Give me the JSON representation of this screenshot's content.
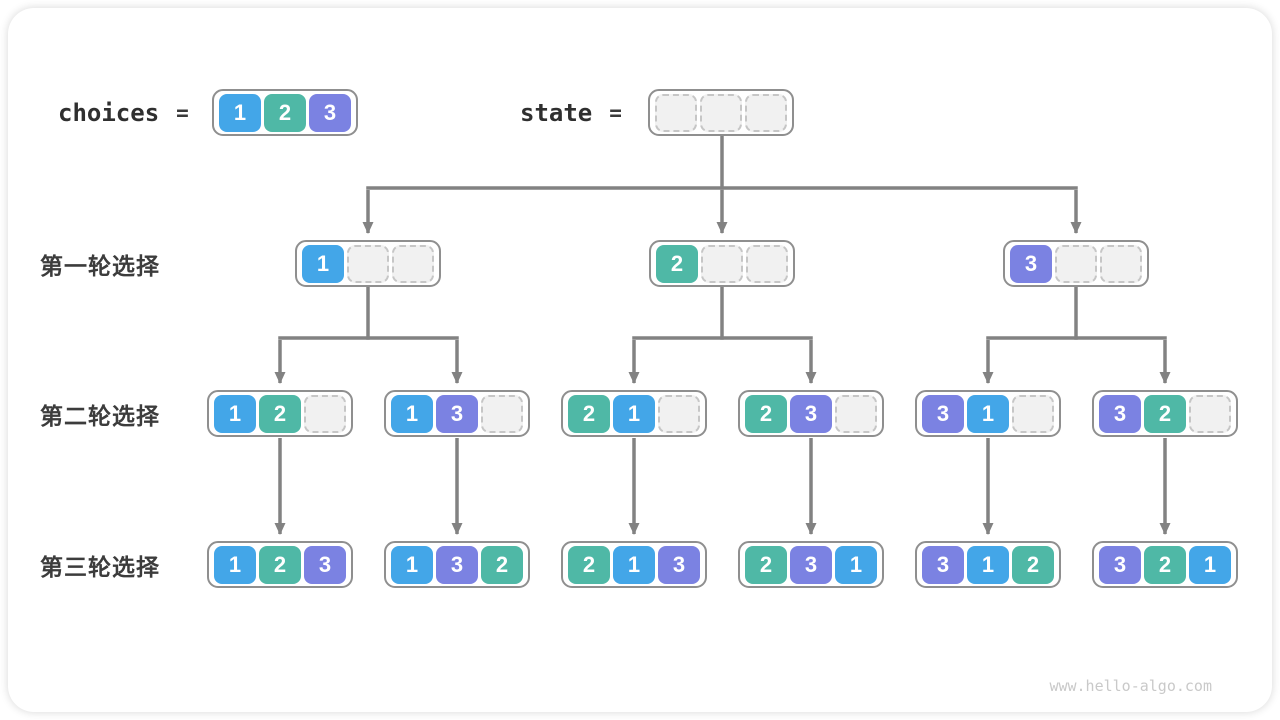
{
  "header": {
    "choices_label": "choices",
    "state_label": "state",
    "equals": "="
  },
  "colors": {
    "values": {
      "1": "#43A6E8",
      "2": "#4FB8A6",
      "3": "#7B82E2"
    },
    "line": "#828282",
    "node_border": "#8f8f8f",
    "empty_cell_fill": "#f1f1f1"
  },
  "choices": [
    1,
    2,
    3
  ],
  "state": [
    null,
    null,
    null
  ],
  "rows": [
    {
      "label": "第一轮选择",
      "nodes": [
        [
          1,
          null,
          null
        ],
        [
          2,
          null,
          null
        ],
        [
          3,
          null,
          null
        ]
      ]
    },
    {
      "label": "第二轮选择",
      "nodes": [
        [
          1,
          2,
          null
        ],
        [
          1,
          3,
          null
        ],
        [
          2,
          1,
          null
        ],
        [
          2,
          3,
          null
        ],
        [
          3,
          1,
          null
        ],
        [
          3,
          2,
          null
        ]
      ]
    },
    {
      "label": "第三轮选择",
      "nodes": [
        [
          1,
          2,
          3
        ],
        [
          1,
          3,
          2
        ],
        [
          2,
          1,
          3
        ],
        [
          2,
          3,
          1
        ],
        [
          3,
          1,
          2
        ],
        [
          3,
          2,
          1
        ]
      ]
    }
  ],
  "watermark": "www.hello-algo.com"
}
